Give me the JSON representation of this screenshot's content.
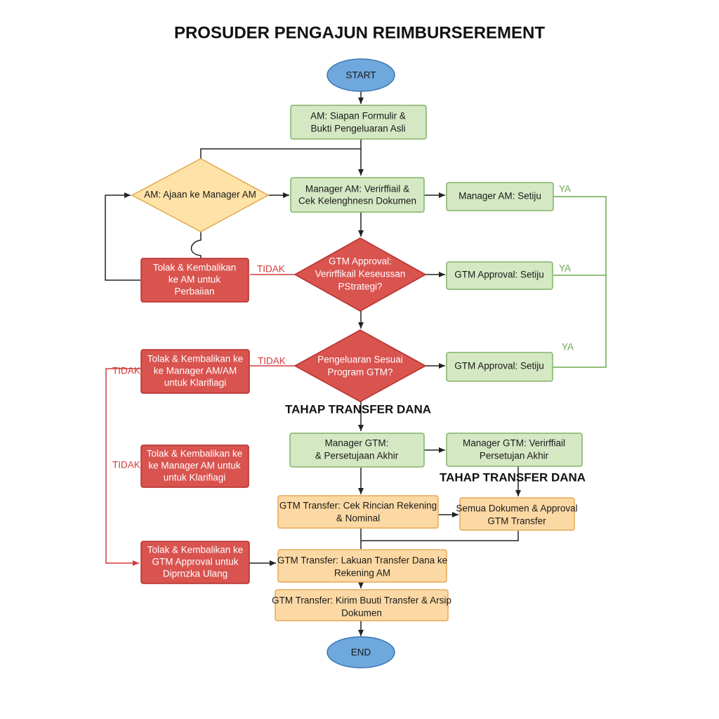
{
  "title": "PROSUDER PENGAJUN REIMBURSEREMENT",
  "colors": {
    "terminal_fill": "#6fa8dc",
    "terminal_stroke": "#3d78b5",
    "green_fill": "#d5e8c4",
    "green_stroke": "#82b366",
    "decision_fill": "#ffe2a8",
    "decision_stroke": "#e0a94a",
    "red_fill": "#d9534f",
    "red_stroke": "#b52f2b",
    "orange_fill": "#fcd9a4",
    "orange_stroke": "#e6a857",
    "line_black": "#222222",
    "line_red": "#d23a3a",
    "line_green": "#6aa84f"
  },
  "nodes": {
    "start": {
      "label": "START"
    },
    "am_prepare": {
      "lines": [
        "AM: Siapan Formulir &",
        "Bukti Pengeluaran Asli"
      ]
    },
    "am_submit": {
      "lines": [
        "AM: Ajaan ke Manager AM"
      ]
    },
    "mgr_verify": {
      "lines": [
        "Manager AM: Verirffiail &",
        "Cek Kelenghnesn Dokumen"
      ]
    },
    "mgr_agree": {
      "lines": [
        "Manager AM: Setiju"
      ]
    },
    "reject_1": {
      "lines": [
        "Tolak & Kembalikan",
        "ke AM untuk",
        "Perbaiian"
      ]
    },
    "gtm_strategy": {
      "lines": [
        "GTM Approval:",
        "Verirffikail Keseussan",
        "PStrategi?"
      ]
    },
    "gtm_agree_1": {
      "lines": [
        "GTM Approval: Setiju"
      ]
    },
    "reject_2": {
      "lines": [
        "Tolak & Kembalikan ke",
        "ke Manager AM/AM",
        "untuk Klarifiagi"
      ]
    },
    "program_check": {
      "lines": [
        "Pengeluaran Sesuai",
        "Program GTM?"
      ]
    },
    "gtm_agree_2": {
      "lines": [
        "GTM Approval: Setiju"
      ]
    },
    "mgr_gtm_final": {
      "lines": [
        "Manager GTM:",
        "& Persetujaan Akhir"
      ]
    },
    "mgr_gtm_verify": {
      "lines": [
        "Manager GTM: Verirffiail",
        "Persetujan Akhir"
      ]
    },
    "reject_3": {
      "lines": [
        "Tolak & Kembalikan ke",
        "ke Manager AM untuk",
        "untuk Klarifiagi"
      ]
    },
    "transfer_check": {
      "lines": [
        "GTM Transfer: Cek Rincian Rekening",
        "& Nominal"
      ]
    },
    "all_docs": {
      "lines": [
        "Semua Dokumen & Approval",
        "GTM Transfer"
      ]
    },
    "reject_4": {
      "lines": [
        "Tolak & Kembalikan ke",
        "GTM Approval untuk",
        "Diprnzka Ulang"
      ]
    },
    "do_transfer": {
      "lines": [
        "GTM Transfer: Lakuan Transfer Dana ke",
        "Rekening AM"
      ]
    },
    "send_proof": {
      "lines": [
        "GTM Transfer: Kirim Buuti Transfer & Arsip",
        "Dokumen"
      ]
    },
    "end": {
      "label": "END"
    }
  },
  "section_labels": {
    "transfer_1": "TAHAP TRANSFER DANA",
    "transfer_2": "TAHAP TRANSFER DANA"
  },
  "edge_labels": {
    "tidak_1": "TIDAK",
    "tidak_2": "TIDAK",
    "tidak_3": "TIDAK",
    "tidak_4": "TIDAK",
    "ya_1": "YA",
    "ya_2": "YA",
    "ya_3": "YA"
  }
}
